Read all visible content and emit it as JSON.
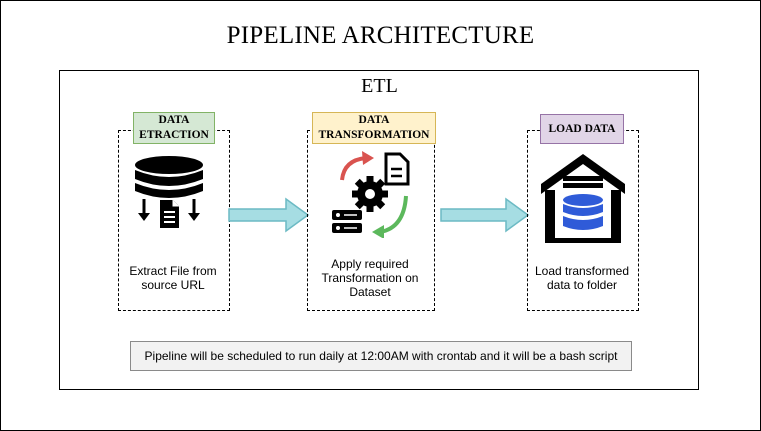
{
  "title": "PIPELINE ARCHITECTURE",
  "container": {
    "label": "ETL"
  },
  "stages": [
    {
      "tag_line1": "DATA",
      "tag_line2": "ETRACTION",
      "tag_fill": "#d5e8d4",
      "tag_border": "#82b366",
      "description": [
        "Extract File from",
        "source URL"
      ],
      "icon": "database-extract-icon"
    },
    {
      "tag_line1": "DATA",
      "tag_line2": "TRANSFORMATION",
      "tag_fill": "#fff2cc",
      "tag_border": "#d6b656",
      "description": [
        "Apply required",
        "Transformation on",
        "Dataset"
      ],
      "icon": "transformation-gear-icon"
    },
    {
      "tag_line1": "LOAD DATA",
      "tag_line2": "",
      "tag_fill": "#e1d5e7",
      "tag_border": "#9673a6",
      "description": [
        "Load transformed",
        "data to folder"
      ],
      "icon": "warehouse-database-icon"
    }
  ],
  "arrows": {
    "fill": "#a6dde3",
    "stroke": "#6cbac4"
  },
  "note": "Pipeline will be scheduled to run daily at 12:00AM with crontab and it will be a bash script"
}
